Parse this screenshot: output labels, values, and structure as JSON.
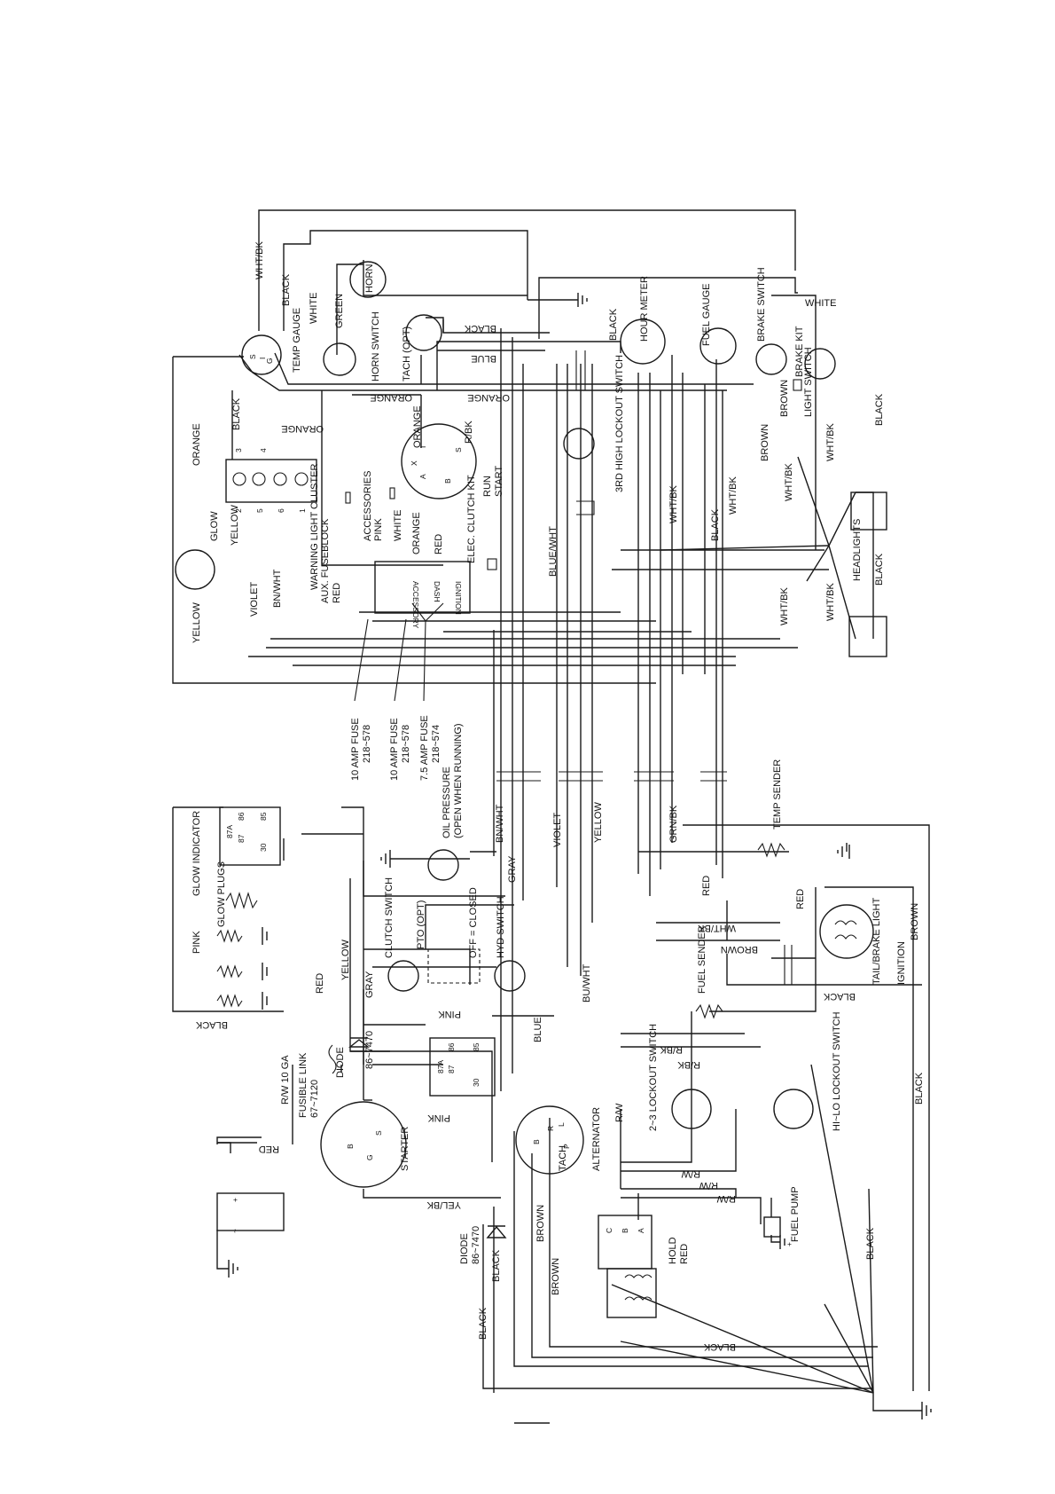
{
  "colors": {
    "line": "#1a1a1a",
    "background": "#ffffff"
  },
  "wires": {
    "wht_bk": "WHT/BK",
    "black": "BLACK",
    "white": "WHITE",
    "green": "GREEN",
    "orange": "ORANGE",
    "blue": "BLUE",
    "yellow": "YELLOW",
    "violet": "VIOLET",
    "bn_wht": "BN/WHT",
    "red": "RED",
    "pink": "PINK",
    "gray": "GRAY",
    "r_bk": "R/BK",
    "blue_wht": "BLUE/WHT",
    "bu_wht": "BU/WHT",
    "grn_bk": "GRN/BK",
    "brown": "BROWN",
    "r_w": "R/W",
    "yel_bk": "YEL/BK",
    "r_w_10ga": "R/W 10 GA"
  },
  "components": {
    "temp_gauge": "TEMP GAUGE",
    "horn_switch": "HORN SWITCH",
    "horn": "HORN",
    "tach_opt": "TACH (OPT)",
    "hour_meter": "HOUR METER",
    "fuel_gauge": "FUEL GAUGE",
    "brake_switch": "BRAKE SWITCH",
    "brake_kit": "BRAKE KIT",
    "light_switch": "LIGHT SWITCH",
    "third_high_lockout": "3RD HIGH LOCKOUT SWITCH",
    "headlights": "HEADLIGHTS",
    "glow": "GLOW",
    "warning_light_cluster": "WARNING LIGHT CLUSTER",
    "aux_fuseblock": "AUX. FUSEBLOCK",
    "accessories": "ACCESSORIES",
    "elec_clutch_kit": "ELEC. CLUTCH KIT",
    "run": "RUN",
    "start": "START",
    "fuse_10_a": "10 AMP FUSE",
    "fuse_10_a_pn": "218~578",
    "fuse_10_b": "10 AMP FUSE",
    "fuse_10_b_pn": "218~578",
    "fuse_75": "7.5 AMP FUSE",
    "fuse_75_pn": "218~574",
    "oil_pressure": "OIL PRESSURE",
    "oil_pressure_note": "(OPEN WHEN RUNNING)",
    "temp_sender": "TEMP SENDER",
    "glow_indicator": "GLOW INDICATOR",
    "glow_plugs": "GLOW PLUGS",
    "clutch_switch": "CLUTCH SWITCH",
    "pto_opt": "PTO (OPT)",
    "off_closed": "OFF = CLOSED",
    "hyd_switch": "HYD SWITCH",
    "tail_brake_light": "TAIL/BRAKE LIGHT",
    "ignition": "IGNITION",
    "fuel_sender": "FUEL SENDER",
    "fusible_link": "FUSIBLE LINK",
    "fusible_link_pn": "67~7120",
    "diode": "DIODE",
    "diode_pn": "86~7470",
    "relay_pn": "86~7470",
    "starter": "STARTER",
    "alternator": "ALTERNATOR",
    "tach": "TACH",
    "lockout_23": "2~3 LOCKOUT SWITCH",
    "hi_lo_lockout": "HI~LO LOCKOUT SWITCH",
    "fuel_pump": "FUEL PUMP",
    "hold": "HOLD"
  },
  "fuseblock": {
    "acc": "ACCESSORY",
    "dash": "DASH",
    "ign": "IGNITION"
  },
  "pins": {
    "s": "S",
    "i": "I",
    "g": "G",
    "p": "P",
    "r": "R",
    "b": "B",
    "l": "L",
    "a": "A",
    "c": "C",
    "x": "X",
    "pl": "+",
    "mn": "~",
    "n1": "1",
    "n2": "2",
    "n3": "3",
    "n4": "4",
    "n5": "5",
    "n6": "6",
    "r85": "85",
    "r86": "86",
    "r87": "87",
    "r87a": "87A",
    "r30": "30"
  }
}
